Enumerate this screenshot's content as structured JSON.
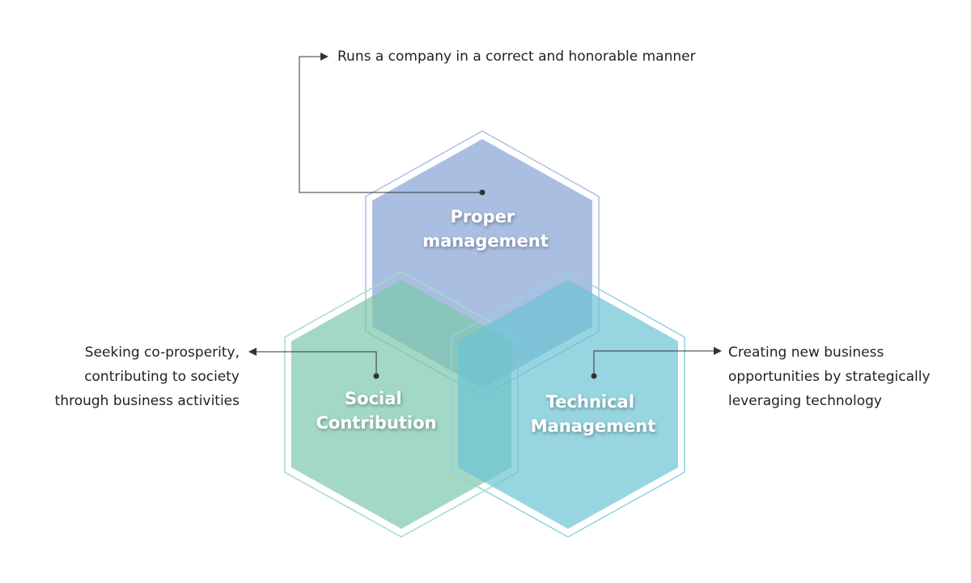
{
  "colors": {
    "proper": "#8ea8d8",
    "social": "#7cc8ac",
    "technical": "#6bc3d3",
    "connector": "#333333"
  },
  "hexagons": [
    {
      "key": "proper",
      "label_lines": [
        "Proper",
        "management"
      ]
    },
    {
      "key": "social",
      "label_lines": [
        "Social",
        "Contribution"
      ]
    },
    {
      "key": "technical",
      "label_lines": [
        "Technical",
        "Management"
      ]
    }
  ],
  "descriptions": {
    "proper": [
      "Runs a company in a correct and honorable manner"
    ],
    "social": [
      "Seeking co-prosperity,",
      "contributing to society",
      "through business activities"
    ],
    "technical": [
      "Creating new business",
      "opportunities by strategically",
      "leveraging technology"
    ]
  }
}
